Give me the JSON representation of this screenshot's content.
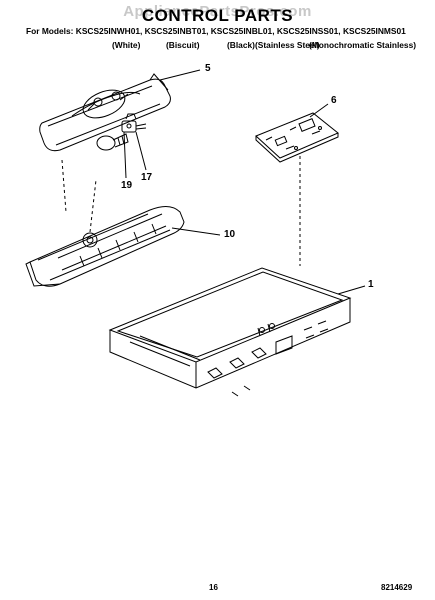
{
  "watermark": "AppliancePartsPros.com",
  "header": {
    "title": "CONTROL PARTS",
    "models_line": "For Models: KSCS25INWH01, KSCS25INBT01, KSCS25INBL01, KSCS25INSS01, KSCS25INMS01",
    "colors": [
      "(White)",
      "(Biscuit)",
      "(Black)",
      "(Stainless Steel)",
      "(Monochromatic Stainless)"
    ]
  },
  "callouts": [
    "5",
    "6",
    "19",
    "17",
    "10",
    "1"
  ],
  "footer": {
    "page_number": "16",
    "doc_number": "8214629"
  }
}
